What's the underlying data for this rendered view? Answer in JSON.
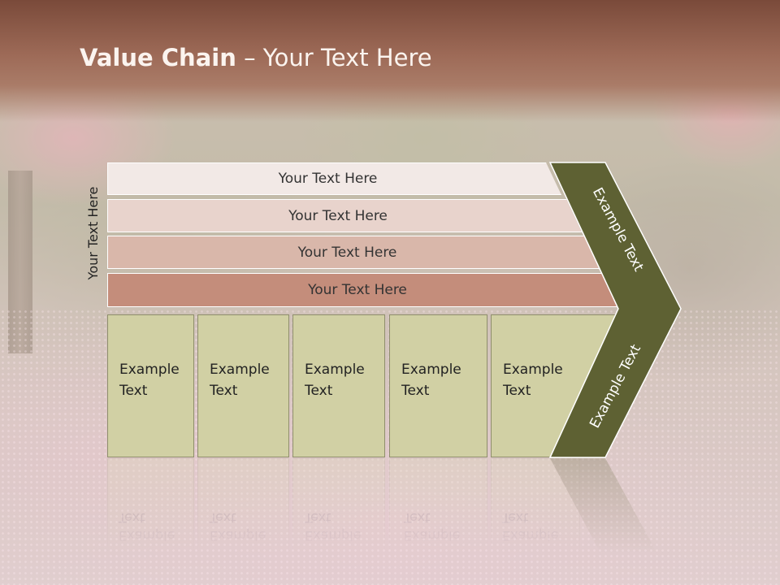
{
  "title": {
    "bold": "Value Chain",
    "rest": " – Your Text Here"
  },
  "vertical_label": "Your Text Here",
  "bars": [
    {
      "label": "Your Text Here",
      "color": "#f2e9e6"
    },
    {
      "label": "Your Text Here",
      "color": "#e8d3cc"
    },
    {
      "label": "Your Text Here",
      "color": "#d9b7aa"
    },
    {
      "label": "Your Text Here",
      "color": "#c48d7b"
    }
  ],
  "boxes": [
    {
      "line1": "Example",
      "line2": "Text"
    },
    {
      "line1": "Example",
      "line2": "Text"
    },
    {
      "line1": "Example",
      "line2": "Text"
    },
    {
      "line1": "Example",
      "line2": "Text"
    },
    {
      "line1": "Example",
      "line2": "Text"
    }
  ],
  "chevron": {
    "upper_text": "Example Text",
    "lower_text": "Example Text",
    "color": "#5e6133"
  },
  "colors": {
    "title_band": "#9d6a57",
    "box_fill": "#d1d0a4"
  }
}
